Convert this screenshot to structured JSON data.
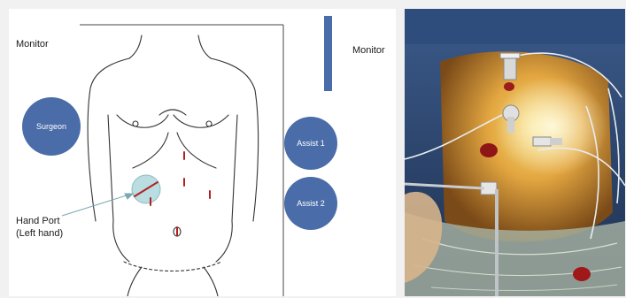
{
  "labels": {
    "monitor_left": "Monitor",
    "monitor_right": "Monitor",
    "surgeon": "Surgeon",
    "assist1": "Assist 1",
    "assist2": "Assist 2",
    "hand_port_line1": "Hand Port",
    "hand_port_line2": "(Left hand)"
  },
  "colors": {
    "person_circle": "#4a6ca8",
    "monitor_bar": "#4a6ca8",
    "hand_port_fill": "#b9dde0",
    "incision": "#b22222",
    "outline": "#333333",
    "frame": "#444444"
  },
  "photo": {
    "description_icons": [
      "trocar-icon",
      "trocar-icon",
      "trocar-icon",
      "trocar-icon",
      "laparoscope-icon"
    ]
  }
}
